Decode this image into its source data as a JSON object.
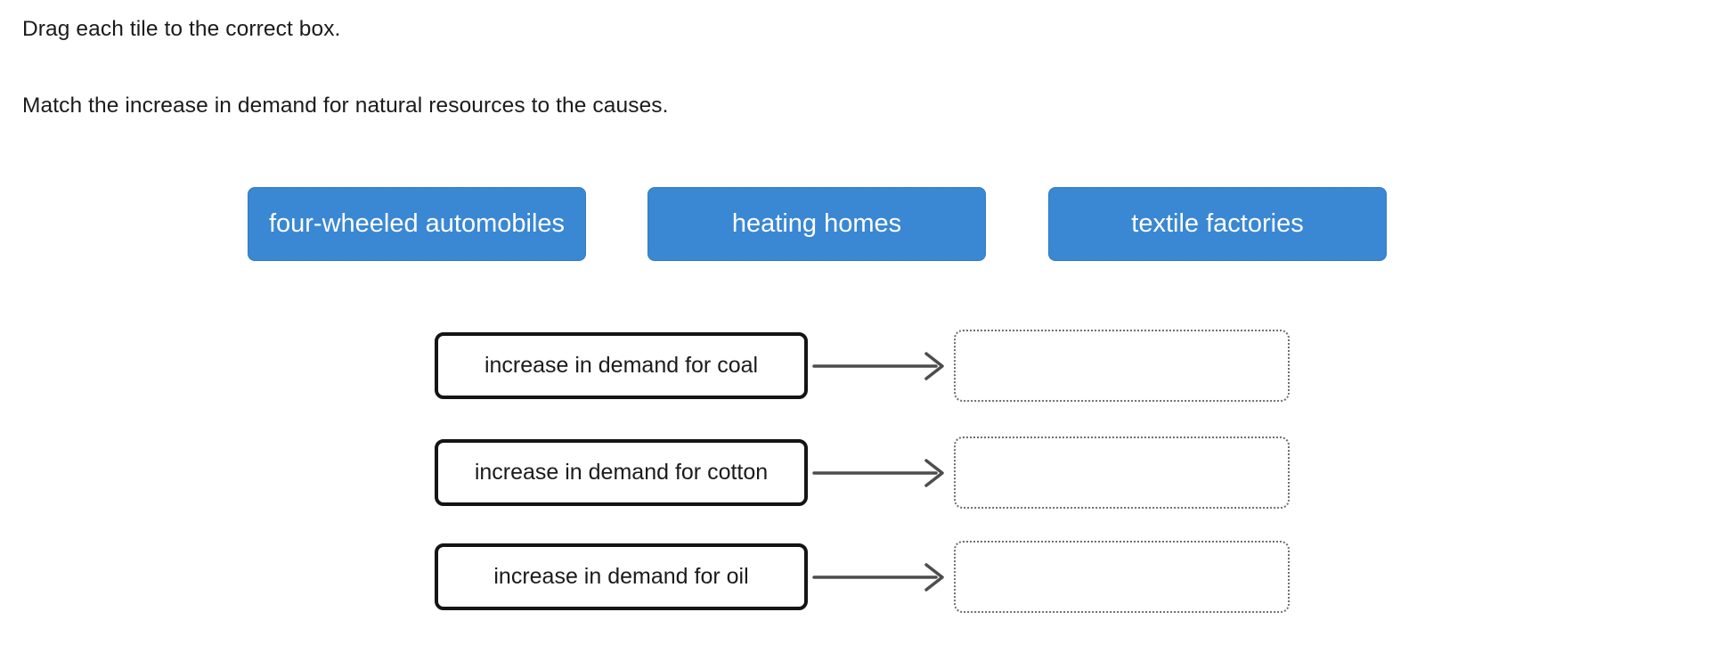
{
  "page": {
    "title": "Drag each tile to the correct box.",
    "instruction": "Match the increase in demand for natural resources to the causes."
  },
  "colors": {
    "background": "#ffffff",
    "text": "#1b1b1b",
    "tile_bg": "#3a87d3",
    "tile_border": "#2e6fb5",
    "tile_text": "#ffffff",
    "box_border": "#141414",
    "arrow": "#4d4d4d",
    "drop_border": "#6f6f6f"
  },
  "tiles": [
    {
      "label": "four-wheeled automobiles"
    },
    {
      "label": "heating homes"
    },
    {
      "label": "textile factories"
    }
  ],
  "pairs": [
    {
      "label": "increase in demand for coal",
      "dropped": ""
    },
    {
      "label": "increase in demand for cotton",
      "dropped": ""
    },
    {
      "label": "increase in demand for oil",
      "dropped": ""
    }
  ]
}
